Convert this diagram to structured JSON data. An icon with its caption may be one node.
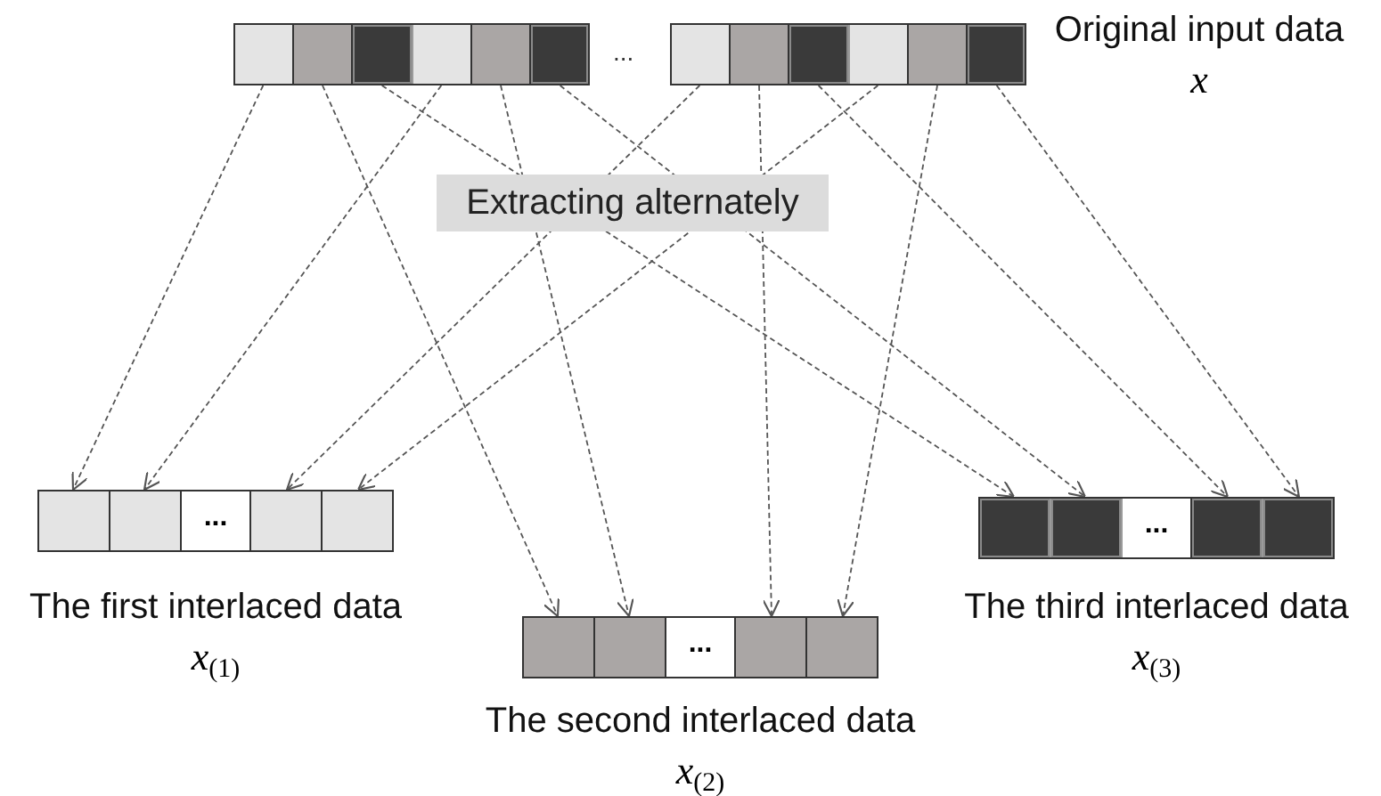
{
  "diagram": {
    "nodes": [
      {
        "text": [],
        "shape": "bar"
      },
      {
        "text": [],
        "shape": "box",
        "in": 0
      },
      {
        "text": [],
        "shape": "box",
        "in": 0
      },
      {
        "text": [],
        "shape": "box",
        "in": 0
      },
      {
        "text": [],
        "shape": "box",
        "in": 0
      },
      {
        "text": [],
        "shape": "box",
        "in": 0
      },
      {
        "text": [],
        "shape": "box",
        "in": 0
      },
      {
        "text": [],
        "shape": "bar",
        "beside": [
          "Original input data",
          "x"
        ]
      },
      {
        "text": [],
        "shape": "box",
        "in": 7
      },
      {
        "text": [],
        "shape": "box",
        "in": 7
      },
      {
        "text": [],
        "shape": "box",
        "in": 7
      },
      {
        "text": [],
        "shape": "box",
        "in": 7
      },
      {
        "text": [],
        "shape": "box",
        "in": 7
      },
      {
        "text": [],
        "shape": "box",
        "in": 7
      },
      {
        "text": [],
        "shape": "bar",
        "beside": [
          "The first interlaced data",
          "x$_{(1)}$"
        ]
      },
      {
        "text": [],
        "shape": "box",
        "in": 14
      },
      {
        "text": [],
        "shape": "box",
        "in": 14
      },
      {
        "text": [
          "..."
        ],
        "in": 14
      },
      {
        "text": [],
        "shape": "box",
        "in": 14
      },
      {
        "text": [],
        "shape": "box",
        "in": 14
      },
      {
        "text": [],
        "shape": "bar",
        "beside": [
          "The second interlaced data",
          "x$_{(2)}$"
        ]
      },
      {
        "text": [],
        "shape": "box",
        "in": 20
      },
      {
        "text": [],
        "shape": "box",
        "in": 20
      },
      {
        "text": [
          "..."
        ],
        "in": 20
      },
      {
        "text": [],
        "shape": "box",
        "in": 20
      },
      {
        "text": [],
        "shape": "box",
        "in": 20
      },
      {
        "text": [],
        "shape": "bar",
        "beside": [
          "The third interlaced data",
          "x$_{(3)}$"
        ]
      },
      {
        "text": [],
        "shape": "box",
        "in": 26
      },
      {
        "text": [],
        "shape": "box",
        "in": 26
      },
      {
        "text": [
          "..."
        ],
        "in": 26
      },
      {
        "text": [],
        "shape": "box",
        "in": 26
      },
      {
        "text": [],
        "shape": "box",
        "in": 26
      }
    ],
    "edges": [
      {
        "from": 1,
        "to": 15,
        "arrow": "to",
        "style": "dashed"
      },
      {
        "from": 2,
        "to": 21,
        "arrow": "to",
        "style": "dashed"
      },
      {
        "from": 3,
        "to": 27,
        "arrow": "to",
        "style": "dashed"
      },
      {
        "from": 4,
        "to": 16,
        "arrow": "to",
        "style": "dashed"
      },
      {
        "from": 5,
        "to": 22,
        "arrow": "to",
        "style": "dashed"
      },
      {
        "from": 6,
        "to": 28,
        "arrow": "to",
        "style": "dashed"
      },
      {
        "from": 8,
        "to": 18,
        "arrow": "to",
        "style": "dashed"
      },
      {
        "from": 9,
        "to": 24,
        "arrow": "to",
        "style": "dashed"
      },
      {
        "from": 10,
        "to": 30,
        "arrow": "to",
        "style": "dashed"
      },
      {
        "from": 11,
        "to": 19,
        "arrow": "to",
        "style": "dashed"
      },
      {
        "from": 12,
        "to": 25,
        "arrow": "to",
        "style": "dashed"
      },
      {
        "from": 13,
        "to": 31,
        "arrow": "to",
        "style": "dashed"
      }
    ],
    "labels": [
      "...",
      "Extracting alternately"
    ]
  }
}
